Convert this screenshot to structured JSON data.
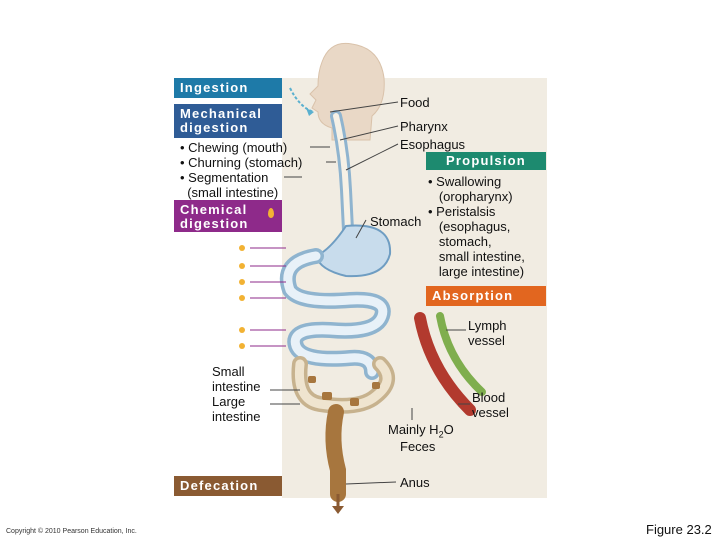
{
  "left_boxes": {
    "ingestion": "Ingestion",
    "mechanical": "Mechanical\ndigestion",
    "chemical": "Chemical\ndigestion",
    "defecation": "Defecation"
  },
  "mechanical_list": {
    "line1": "• Chewing (mouth)",
    "line2": "• Churning (stomach)",
    "line3": "• Segmentation",
    "line4": "  (small intestine)"
  },
  "right_labels": {
    "food": "Food",
    "pharynx": "Pharynx",
    "esophagus": "Esophagus",
    "stomach": "Stomach",
    "lymph": "Lymph\nvessel",
    "blood": "Blood\nvessel",
    "anus": "Anus",
    "feces": "Feces",
    "mainly_prefix": "Mainly H",
    "mainly_sub": "2",
    "mainly_suffix": "O"
  },
  "propulsion": {
    "title": "Propulsion",
    "list": "• Swallowing\n   (oropharynx)\n• Peristalsis\n   (esophagus,\n   stomach,\n   small intestine,\n   large intestine)"
  },
  "absorption": "Absorption",
  "intestine_labels": {
    "small": "Small\nintestine",
    "large": "Large\nintestine"
  },
  "footer": {
    "copyright": "Copyright © 2010 Pearson Education, Inc.",
    "figure": "Figure 23.2"
  },
  "colors": {
    "ingestion": "#1e7aa8",
    "mechanical": "#2f5c96",
    "chemical": "#8e2a8a",
    "propulsion": "#1d8a6f",
    "absorption": "#e2661f",
    "defecation": "#8a5a32",
    "panel": "#f1ece2",
    "tract": "#b9d4ea",
    "wall": "#8fb4cf",
    "feces": "#a7763e",
    "blood": "#b23a2e",
    "lymph": "#7fae4e",
    "enzyme": "#f2b233"
  }
}
